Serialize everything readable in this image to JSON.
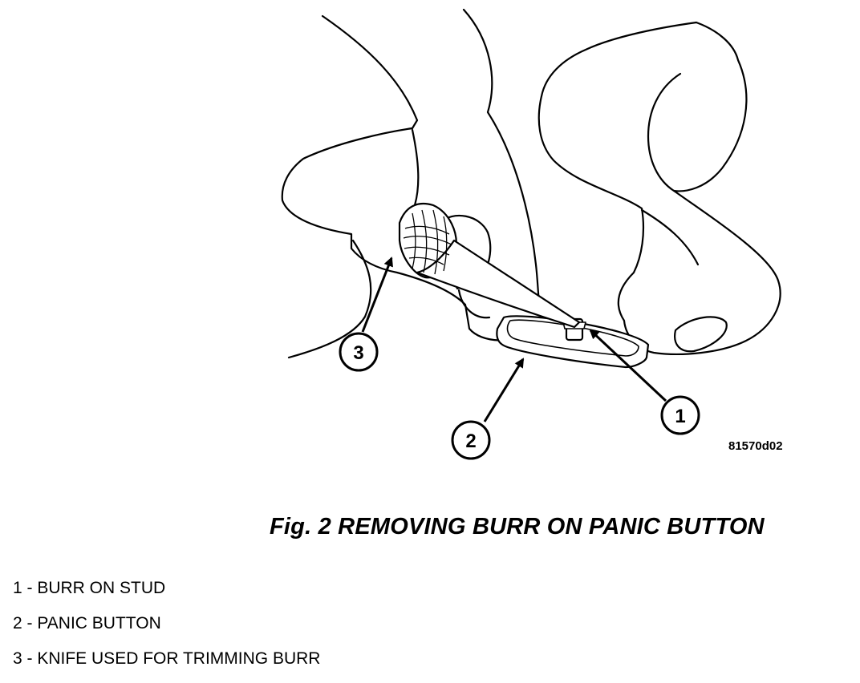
{
  "figure": {
    "code": "81570d02",
    "caption": "Fig. 2 REMOVING BURR ON PANIC BUTTON",
    "callouts": [
      {
        "number": "1"
      },
      {
        "number": "2"
      },
      {
        "number": "3"
      }
    ]
  },
  "legend": [
    {
      "text": "1 - BURR ON STUD"
    },
    {
      "text": "2 - PANIC BUTTON"
    },
    {
      "text": "3 - KNIFE USED FOR TRIMMING BURR"
    }
  ]
}
